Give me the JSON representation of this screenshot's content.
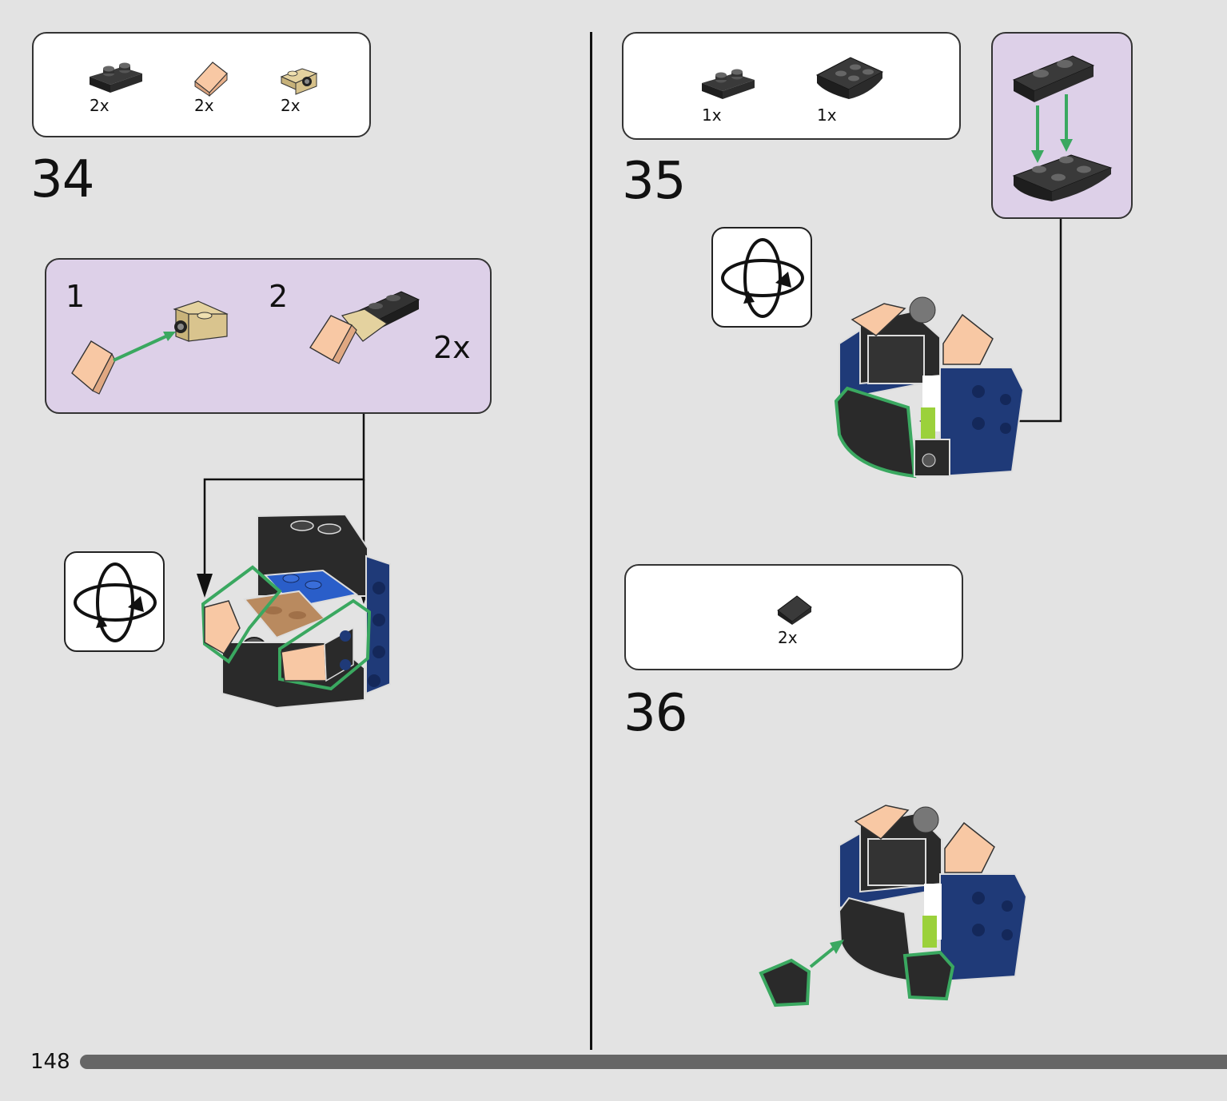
{
  "page": {
    "number": "148"
  },
  "step34": {
    "number": "34",
    "parts": [
      {
        "qty": "2x",
        "icon": "black-plate-1x2-icon"
      },
      {
        "qty": "2x",
        "icon": "peach-slope-icon"
      },
      {
        "qty": "2x",
        "icon": "tan-bracket-icon"
      }
    ],
    "subassembly": {
      "step1": "1",
      "step2": "2",
      "multiplier": "2x"
    }
  },
  "step35": {
    "number": "35",
    "parts": [
      {
        "qty": "1x",
        "icon": "black-plate-1x2-icon"
      },
      {
        "qty": "1x",
        "icon": "black-inverted-curved-plate-icon"
      }
    ]
  },
  "step36": {
    "number": "36",
    "parts": [
      {
        "qty": "2x",
        "icon": "black-slope-icon"
      }
    ]
  },
  "colors": {
    "background": "#e3e3e3",
    "subassembly_bg": "#ddd0e8",
    "highlight_green": "#3aa860",
    "peach": "#f6c29e",
    "tan": "#d9c491",
    "black_brick": "#2a2a2a",
    "blue_brick": "#1f3a78",
    "progress_bar": "#666666"
  }
}
